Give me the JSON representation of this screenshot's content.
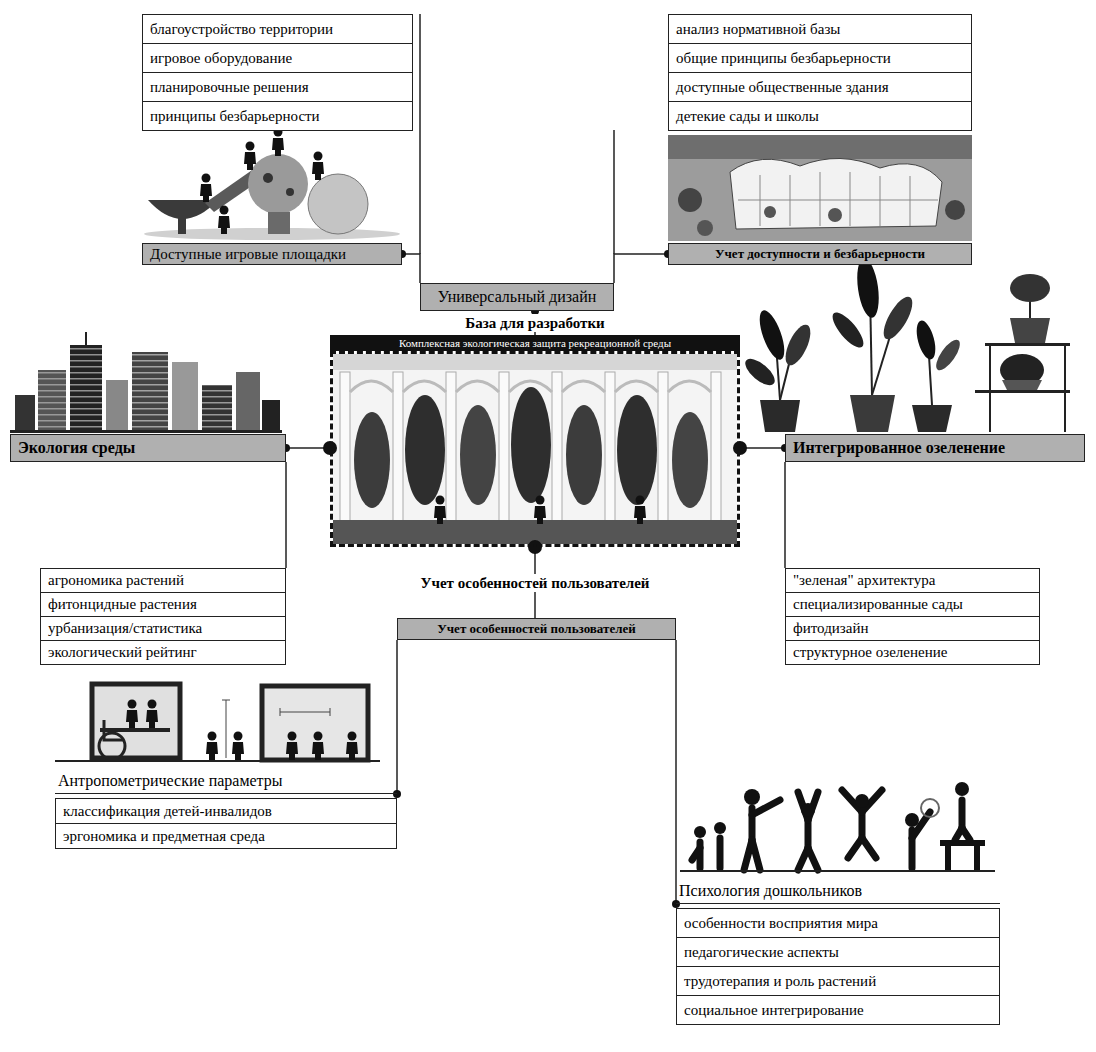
{
  "diagram": {
    "nodes": [
      {
        "text": [
          "благоустройство территории"
        ]
      },
      {
        "text": [
          "игровое оборудование"
        ]
      },
      {
        "text": [
          "планировочные решения"
        ]
      },
      {
        "text": [
          "принципы безбарьерности"
        ]
      },
      {
        "text": [
          "анализ нормативной базы"
        ]
      },
      {
        "text": [
          "общие принципы безбарьерности"
        ]
      },
      {
        "text": [
          "доступные общественные здания"
        ]
      },
      {
        "text": [
          "детекие сады и школы"
        ]
      },
      {
        "text": [
          "Доступные игровые площадки"
        ]
      },
      {
        "text": [
          "Учет доступности и безбарьерности"
        ]
      },
      {
        "text": [
          "Универсальный дизайн"
        ]
      },
      {
        "text": [
          "Комплексная экологическая защита рекреационной среды"
        ]
      },
      {
        "text": [
          "Экология среды"
        ]
      },
      {
        "text": [
          "Интегрированное озеленение"
        ]
      },
      {
        "text": [
          "агрономика растений"
        ]
      },
      {
        "text": [
          "фитонцидные растения"
        ]
      },
      {
        "text": [
          "урбанизация/статистика"
        ]
      },
      {
        "text": [
          "экологический рейтинг"
        ]
      },
      {
        "text": [
          "\"зеленая\" архитектура"
        ]
      },
      {
        "text": [
          "специализированные сады"
        ]
      },
      {
        "text": [
          "фитодизайн"
        ]
      },
      {
        "text": [
          "структурное озеленение"
        ]
      },
      {
        "text": [
          "Учет особенностей пользователей"
        ]
      },
      {
        "text": [
          "Антропометрические параметры"
        ]
      },
      {
        "text": [
          "Психология дошкольников"
        ]
      },
      {
        "text": [
          "классификация детей-инвалидов"
        ]
      },
      {
        "text": [
          "эргономика и предметная среда"
        ]
      },
      {
        "text": [
          "особенности восприятия мира"
        ]
      },
      {
        "text": [
          "педагогические аспекты"
        ]
      },
      {
        "text": [
          "трудотерапия и роль растений"
        ]
      },
      {
        "text": [
          "социальное интегрирование"
        ]
      }
    ],
    "edges": [
      {
        "from": 8,
        "to": 10,
        "arrow": "none"
      },
      {
        "from": 9,
        "to": 10,
        "arrow": "none"
      },
      {
        "from": 10,
        "to": 11,
        "label": "База для разработки",
        "arrow": "none"
      },
      {
        "from": 12,
        "to": 11,
        "arrow": "none"
      },
      {
        "from": 13,
        "to": 11,
        "arrow": "none"
      },
      {
        "from": 11,
        "to": 22,
        "label": "Учет особенностей пользователей",
        "arrow": "none"
      },
      {
        "from": 22,
        "to": 23,
        "arrow": "none"
      },
      {
        "from": 22,
        "to": 24,
        "arrow": "none"
      }
    ]
  }
}
